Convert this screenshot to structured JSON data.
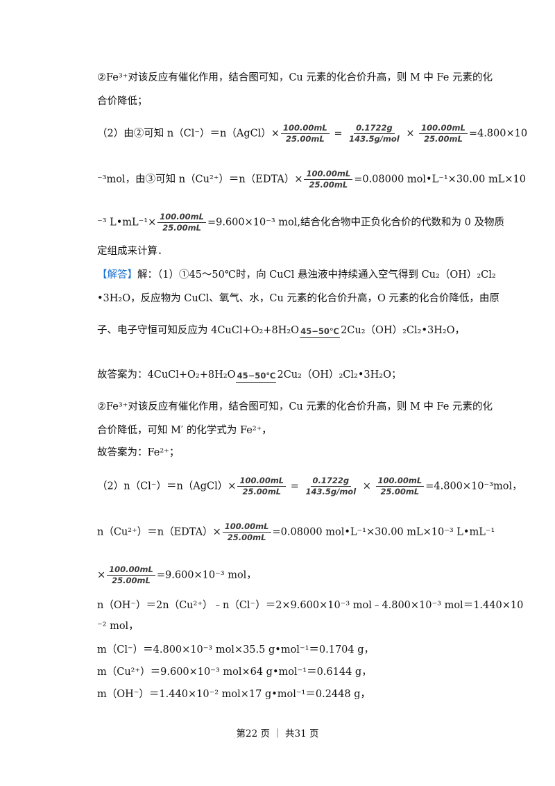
{
  "paragraphs": {
    "l1": "②Fe³⁺对该反应有催化作用，结合图可知，Cu 元素的化合价升高，则 M 中 Fe 元素的化",
    "l2": "合价降低；",
    "l3a": "（2）由②可知 n（Cl⁻）＝n（AgCl）×",
    "l3b": "=4.800×10",
    "l4a": "⁻³mol，由③可知 n（Cu²⁺）＝n（EDTA）×",
    "l4b": "=0.08000 mol•L⁻¹×30.00 mL×10",
    "l5a": "⁻³ L•mL⁻¹×",
    "l5b": "=9.600×10⁻³ mol,结合化合物中正负化合价的代数和为 0 及物质",
    "l6": "定组成来计算．",
    "answer_label": "【解答】",
    "l7": "解：（1）①45～50℃时，向 CuCl 悬浊液中持续通入空气得到 Cu₂（OH）₂Cl₂",
    "l8": "•3H₂O，反应物为 CuCl、氧气、水，Cu 元素的化合价升高，O 元素的化合价降低，由原",
    "l9a": "子、电子守恒可知反应为 4CuCl+O₂+8H₂O",
    "l9b": "2Cu₂（OH）₂Cl₂•3H₂O，",
    "l10a": "故答案为：4CuCl+O₂+8H₂O",
    "l10b": "2Cu₂（OH）₂Cl₂•3H₂O；",
    "l11": "②Fe³⁺对该反应有催化作用，结合图可知，Cu 元素的化合价升高，则 M 中 Fe 元素的化",
    "l12": "合价降低，可知 M′ 的化学式为 Fe²⁺，",
    "l13": "故答案为：Fe²⁺；",
    "l14a": "（2）n（Cl⁻）＝n（AgCl）×",
    "l14b": "=4.800×10⁻³mol，",
    "l15a": "n（Cu²⁺）＝n（EDTA）×",
    "l15b": "=0.08000 mol•L⁻¹×30.00 mL×10⁻³ L•mL⁻¹",
    "l16a": "×",
    "l16b": "=9.600×10⁻³ mol，",
    "l17": "n（OH⁻）＝2n（Cu²⁺）﹣n（Cl⁻）＝2×9.600×10⁻³ mol﹣4.800×10⁻³ mol＝1.440×10",
    "l18": "⁻² mol，",
    "l19": "m（Cl⁻）＝4.800×10⁻³ mol×35.5 g•mol⁻¹＝0.1704 g，",
    "l20": "m（Cu²⁺）＝9.600×10⁻³ mol×64 g•mol⁻¹＝0.6144 g，",
    "l21": "m（OH⁻）＝1.440×10⁻² mol×17 g•mol⁻¹＝0.2448 g，"
  },
  "fractions": {
    "vol_num": "100.00mL",
    "vol_den": "25.00mL",
    "mass_num": "0.1722g",
    "mass_den": "143.5g/mol"
  },
  "reaction_condition": "45−50℃",
  "footer": "第22 页 ｜ 共31 页"
}
